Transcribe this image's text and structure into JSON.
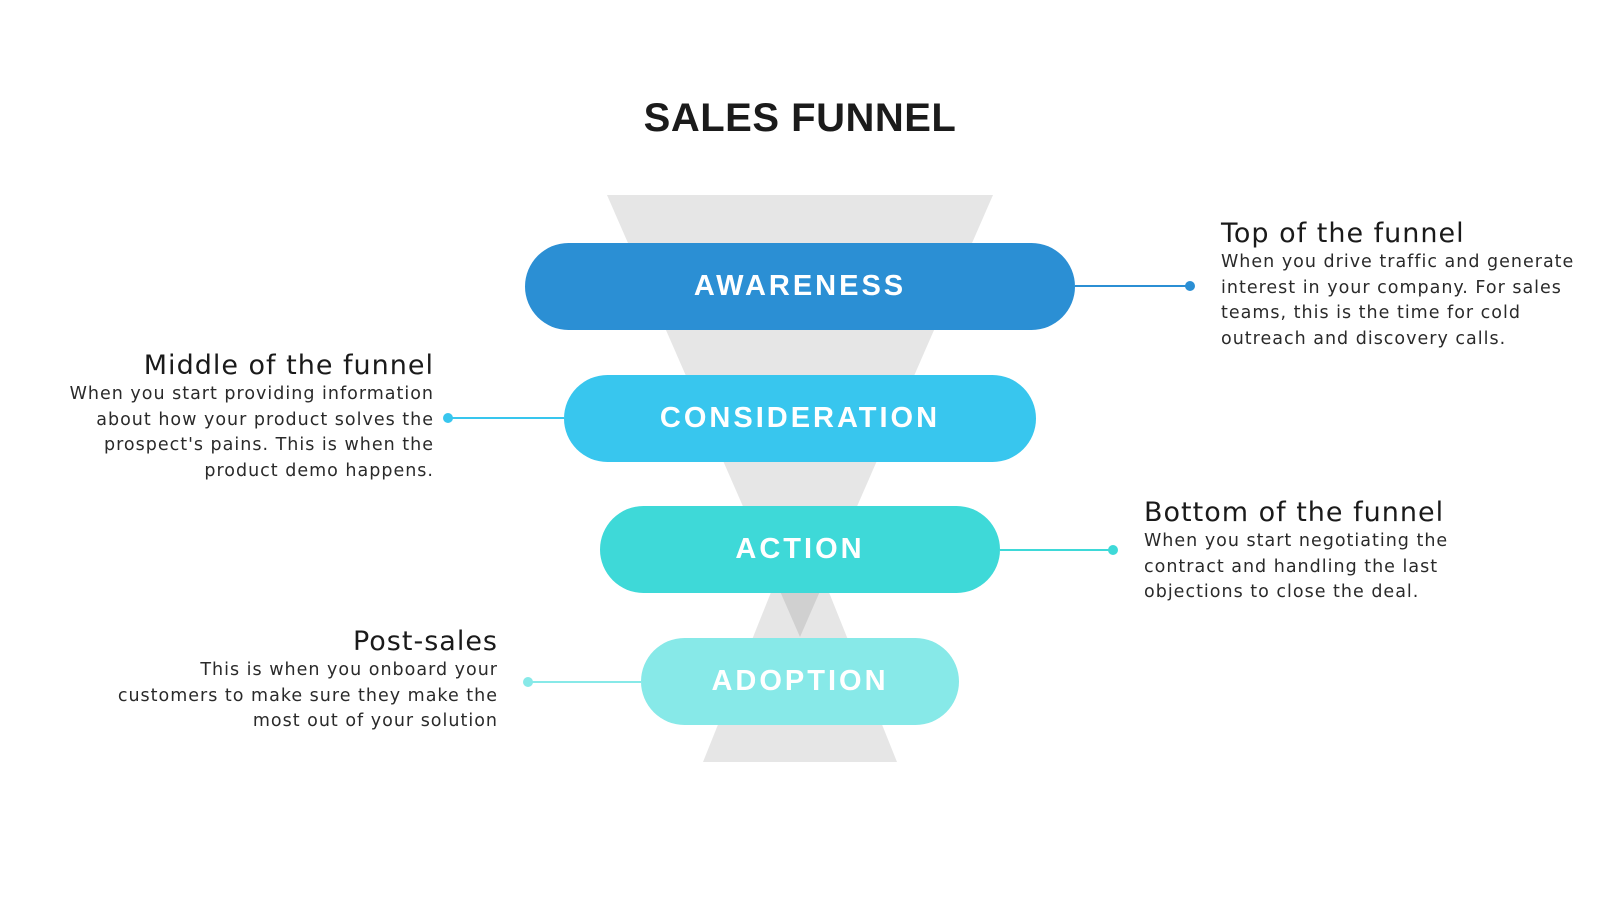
{
  "title": "SALES FUNNEL",
  "colors": {
    "awareness": "#2b8fd4",
    "consideration": "#38c6ee",
    "action": "#3ed9d8",
    "adoption": "#87e9e8",
    "funnel": "#e6e6e6",
    "funnel_overlap": "#d0d0d0"
  },
  "stages": [
    {
      "label": "AWARENESS",
      "heading": "Top of the funnel",
      "description": "When you drive traffic and generate\ninterest in your company. For sales\nteams, this is the time for cold\noutreach and discovery calls."
    },
    {
      "label": "CONSIDERATION",
      "heading": "Middle of the funnel",
      "description": "When you start providing information\nabout how your product solves the\nprospect's pains. This is when the\nproduct demo happens."
    },
    {
      "label": "ACTION",
      "heading": "Bottom of the funnel",
      "description": "When you start negotiating the\ncontract and handling the last\nobjections to close the deal."
    },
    {
      "label": "ADOPTION",
      "heading": "Post-sales",
      "description": "This is when you onboard your\ncustomers to make sure they make the\nmost out of your solution"
    }
  ]
}
